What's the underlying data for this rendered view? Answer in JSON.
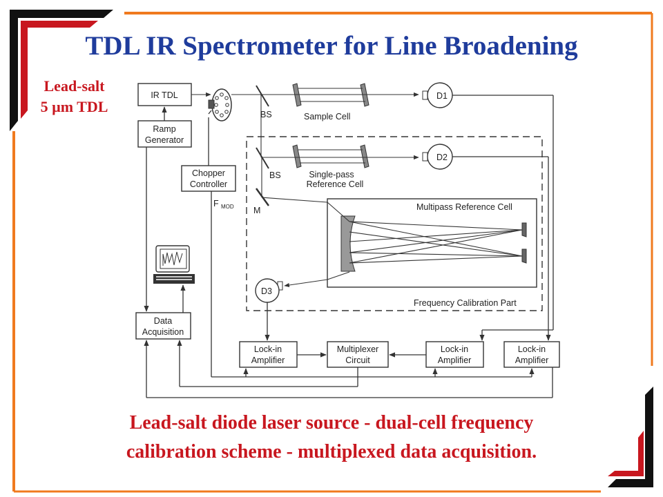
{
  "slide": {
    "title": "TDL IR Spectrometer for Line Broadening",
    "source_label_line1": "Lead-salt",
    "source_label_line2": "5 µm TDL",
    "caption_line1": "Lead-salt diode laser source - dual-cell frequency",
    "caption_line2": "calibration scheme - multiplexed data acquisition."
  },
  "diagram": {
    "ir_tdl": "IR TDL",
    "ramp_line1": "Ramp",
    "ramp_line2": "Generator",
    "chopper_line1": "Chopper",
    "chopper_line2": "Controller",
    "fmod_main": "F",
    "fmod_sub": "MOD",
    "bs1": "BS",
    "bs2": "BS",
    "mirror": "M",
    "sample_cell": "Sample Cell",
    "single_pass_line1": "Single-pass",
    "single_pass_line2": "Reference Cell",
    "multipass": "Multipass Reference Cell",
    "freq_cal": "Frequency Calibration Part",
    "d1": "D1",
    "d2": "D2",
    "d3": "D3",
    "daq_line1": "Data",
    "daq_line2": "Acquisition",
    "lockin1_line1": "Lock-in",
    "lockin1_line2": "Amplifier",
    "mux_line1": "Multiplexer",
    "mux_line2": "Circuit",
    "lockin2_line1": "Lock-in",
    "lockin2_line2": "Amplifier",
    "lockin3_line1": "Lock-in",
    "lockin3_line2": "Amplifier"
  },
  "icons": {
    "chopper": "chopper-wheel-icon",
    "computer": "computer-terminal-icon"
  },
  "colors": {
    "title": "#1f3c9c",
    "accent_red": "#c8171f",
    "frame_orange": "#f07a1e",
    "frame_black": "#111111"
  }
}
